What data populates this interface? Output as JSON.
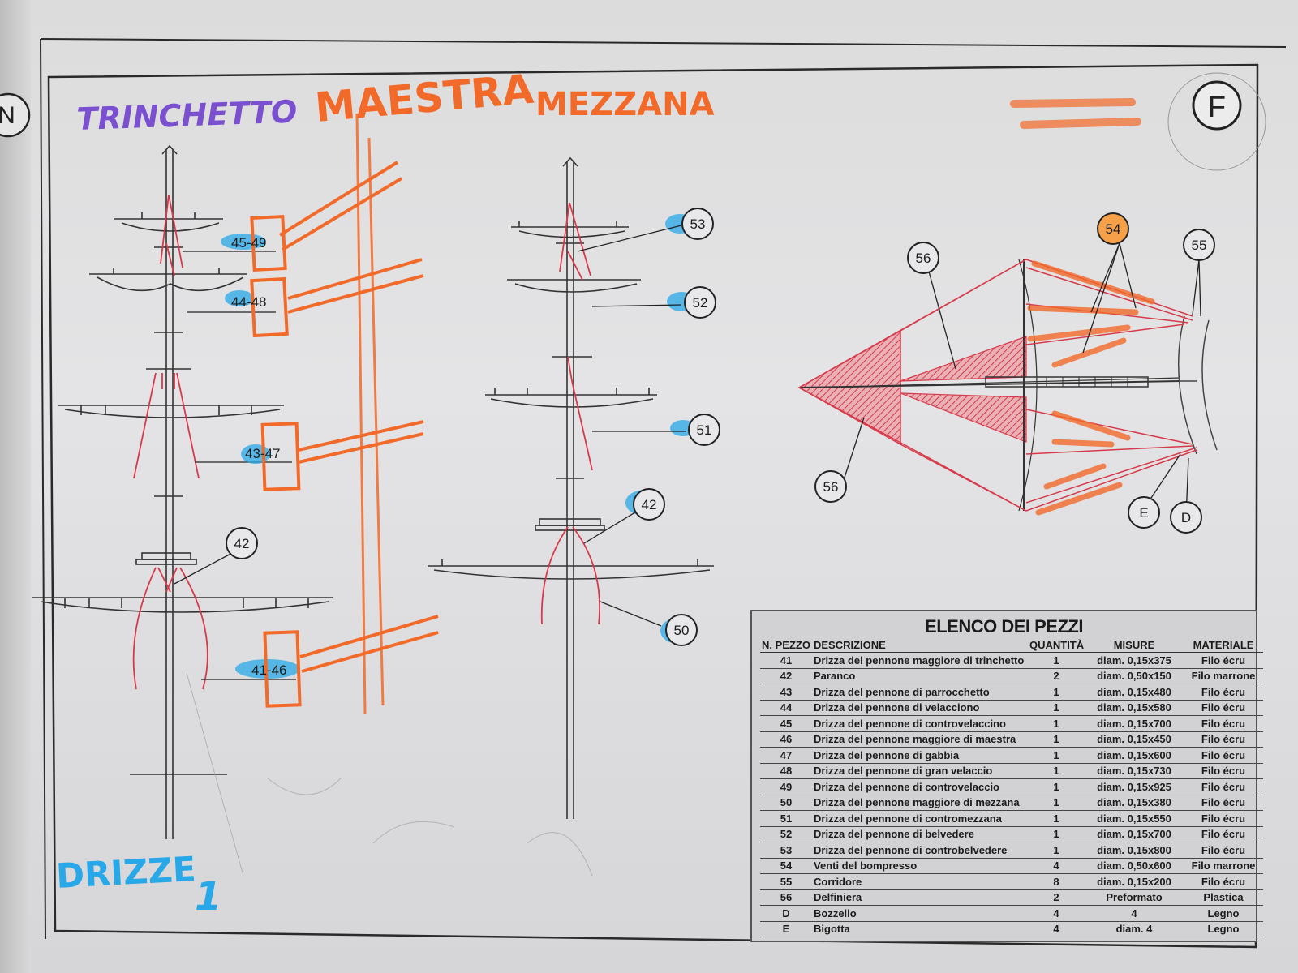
{
  "header": {
    "plate_letter": "F",
    "side_letter": "N"
  },
  "handwriting": {
    "trinchetto": "TRINCHETTO",
    "maestra": "MAESTRA",
    "mezzana": "MEZZANA",
    "drizze": "DRIZZE",
    "number": "1"
  },
  "callouts": {
    "trinchetto": [
      "45-49",
      "44-48",
      "43-47",
      "42",
      "41-46"
    ],
    "mezzana": [
      "53",
      "52",
      "51",
      "42",
      "50"
    ],
    "bowsprit": [
      "56",
      "54",
      "55",
      "56",
      "E",
      "D"
    ]
  },
  "colors": {
    "rigging_red": "#d63a4a",
    "marker_orange": "#f26a2a",
    "marker_blue": "#28a8e8",
    "ink": "#222222",
    "purple": "#7a4fd0"
  },
  "parts_table": {
    "title": "ELENCO DEI PEZZI",
    "columns": [
      "N. PEZZO",
      "DESCRIZIONE",
      "QUANTITÀ",
      "MISURE",
      "MATERIALE"
    ],
    "rows": [
      [
        "41",
        "Drizza del pennone maggiore di trinchetto",
        "1",
        "diam. 0,15x375",
        "Filo écru"
      ],
      [
        "42",
        "Paranco",
        "2",
        "diam. 0,50x150",
        "Filo marrone"
      ],
      [
        "43",
        "Drizza del pennone di parrocchetto",
        "1",
        "diam. 0,15x480",
        "Filo écru"
      ],
      [
        "44",
        "Drizza del pennone di velacciono",
        "1",
        "diam. 0,15x580",
        "Filo écru"
      ],
      [
        "45",
        "Drizza del pennone di controvelaccino",
        "1",
        "diam. 0,15x700",
        "Filo écru"
      ],
      [
        "46",
        "Drizza del pennone maggiore di maestra",
        "1",
        "diam. 0,15x450",
        "Filo écru"
      ],
      [
        "47",
        "Drizza del pennone di gabbia",
        "1",
        "diam. 0,15x600",
        "Filo écru"
      ],
      [
        "48",
        "Drizza del pennone di gran velaccio",
        "1",
        "diam. 0,15x730",
        "Filo écru"
      ],
      [
        "49",
        "Drizza del pennone di controvelaccio",
        "1",
        "diam. 0,15x925",
        "Filo écru"
      ],
      [
        "50",
        "Drizza del pennone maggiore di mezzana",
        "1",
        "diam. 0,15x380",
        "Filo écru"
      ],
      [
        "51",
        "Drizza del pennone di contromezzana",
        "1",
        "diam. 0,15x550",
        "Filo écru"
      ],
      [
        "52",
        "Drizza del pennone di belvedere",
        "1",
        "diam. 0,15x700",
        "Filo écru"
      ],
      [
        "53",
        "Drizza del pennone di controbelvedere",
        "1",
        "diam. 0,15x800",
        "Filo écru"
      ],
      [
        "54",
        "Venti del bompresso",
        "4",
        "diam. 0,50x600",
        "Filo marrone"
      ],
      [
        "55",
        "Corridore",
        "8",
        "diam. 0,15x200",
        "Filo écru"
      ],
      [
        "56",
        "Delfiniera",
        "2",
        "Preformato",
        "Plastica"
      ],
      [
        "D",
        "Bozzello",
        "4",
        "4",
        "Legno"
      ],
      [
        "E",
        "Bigotta",
        "4",
        "diam. 4",
        "Legno"
      ]
    ]
  }
}
